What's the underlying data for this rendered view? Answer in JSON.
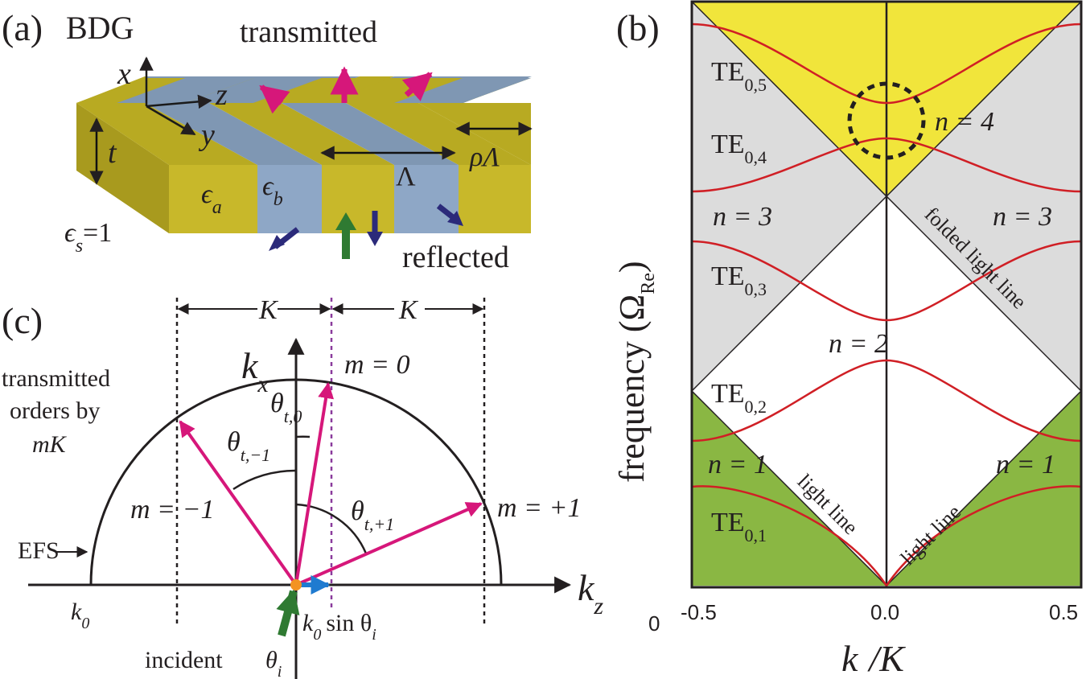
{
  "panel_a": {
    "label": "(a)",
    "title": "BDG",
    "transmitted": "transmitted",
    "reflected": "reflected",
    "axis_x": "x",
    "axis_y": "y",
    "axis_z": "z",
    "thickness": "t",
    "eps_a": "ϵ",
    "eps_a_sub": "a",
    "eps_b": "ϵ",
    "eps_b_sub": "b",
    "eps_s": "ϵ",
    "eps_s_sub": "s",
    "eps_s_val": "=1",
    "period": "Λ",
    "rho": "ρΛ",
    "colors": {
      "gold": "#c8b82a",
      "gold_top": "#b8aa22",
      "gold_side": "#a89a1e",
      "blue": "#8ea7c6",
      "blue_top": "#7f97b3",
      "magenta": "#d6177a",
      "green": "#2f7a32",
      "navy": "#2b2a7a"
    }
  },
  "panel_b": {
    "label": "(b)",
    "ylabel": "frequency (Ω",
    "ylabel_sub": "Re",
    "ylabel_close": ")",
    "xlabel_k": "k",
    "xlabel_rest": "/K",
    "xticks": [
      "-0.5",
      "0.0",
      "0.5"
    ],
    "origin": "0",
    "modes": [
      {
        "name": "TE",
        "sub": "0,1"
      },
      {
        "name": "TE",
        "sub": "0,2"
      },
      {
        "name": "TE",
        "sub": "0,3"
      },
      {
        "name": "TE",
        "sub": "0,4"
      },
      {
        "name": "TE",
        "sub": "0,5"
      }
    ],
    "orders": {
      "n1_left": "n = 1",
      "n1_right": "n = 1",
      "n2": "n = 2",
      "n3_left": "n = 3",
      "n3_right": "n = 3",
      "n4": "n = 4"
    },
    "light_line": "light line",
    "folded_light_line": "folded light line",
    "colors": {
      "green": "#8ab743",
      "gray": "#dcdcdc",
      "yellow": "#f1e53b",
      "band": "#d01f25"
    }
  },
  "panel_c": {
    "label": "(c)",
    "K": "K",
    "kx": "k",
    "kx_sub": "x",
    "kz": "k",
    "kz_sub": "z",
    "k0": "k",
    "k0_sub": "0",
    "k0sin": "sin θ",
    "k0sin_sub": "i",
    "transmitted_orders": [
      "transmitted",
      "orders by",
      "mK"
    ],
    "efs": "EFS",
    "m0": "m = 0",
    "m_minus": "m = −1",
    "m_plus": "m = +1",
    "theta_t0": "θ",
    "theta_t0_sub": "t,0",
    "theta_tm1": "θ",
    "theta_tm1_sub": "t,−1",
    "theta_tp1": "θ",
    "theta_tp1_sub": "t,+1",
    "incident": "incident",
    "theta_i": "θ",
    "theta_i_sub": "i",
    "colors": {
      "magenta": "#d6177a",
      "blue": "#1f7bd0",
      "green": "#2f7a32",
      "orange": "#f39322",
      "purple": "#8a3b9c"
    }
  }
}
